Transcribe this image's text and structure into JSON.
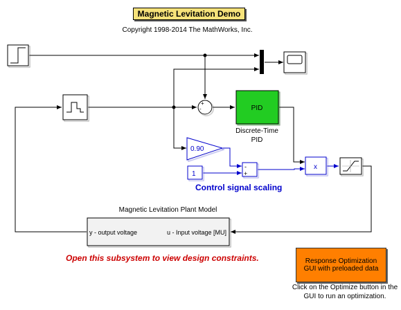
{
  "title": "Magnetic Levitation Demo",
  "copyright": "Copyright 1998-2014 The MathWorks, Inc.",
  "blocks": {
    "pid_block_text": "PID",
    "pid_label_line1": "Discrete-Time",
    "pid_label_line2": "PID",
    "gain_value": "0.90",
    "constant_value": "1",
    "sum_signs": [
      "-",
      "+"
    ],
    "product_symbol": "x",
    "plant_title": "Magnetic Levitation Plant Model",
    "plant_output_port": "y - output voltage",
    "plant_input_port": "u - Input voltage [MU]"
  },
  "annotations": {
    "control_scaling": "Control signal scaling",
    "open_subsystem": "Open this subsystem to view design constraints."
  },
  "optimization": {
    "button_line1": "Response Optimization",
    "button_line2": "GUI with preloaded data",
    "note_line1": "Click on the Optimize button in the",
    "note_line2": "GUI to run an optimization."
  },
  "colors": {
    "pid_fill": "#22cc22",
    "gain_border": "#0000cc",
    "signal_blue": "#0000cc",
    "button_orange": "#ff7f00",
    "title_yellow": "#f6e27a"
  }
}
